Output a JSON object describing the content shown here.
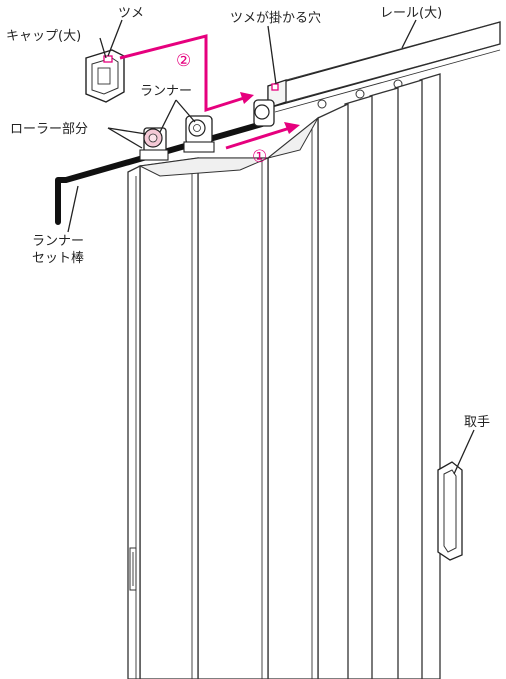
{
  "labels": {
    "cap": "キャップ(大)",
    "tsume": "ツメ",
    "hole": "ツメが掛かる穴",
    "rail": "レール(大)",
    "runner": "ランナー",
    "roller": "ローラー部分",
    "rod_line1": "ランナー",
    "rod_line2": "セット棒",
    "handle": "取手"
  },
  "steps": {
    "one": "①",
    "two": "②"
  },
  "colors": {
    "accent": "#e6007e",
    "roller": "#f4c9d6",
    "line": "#222222"
  }
}
